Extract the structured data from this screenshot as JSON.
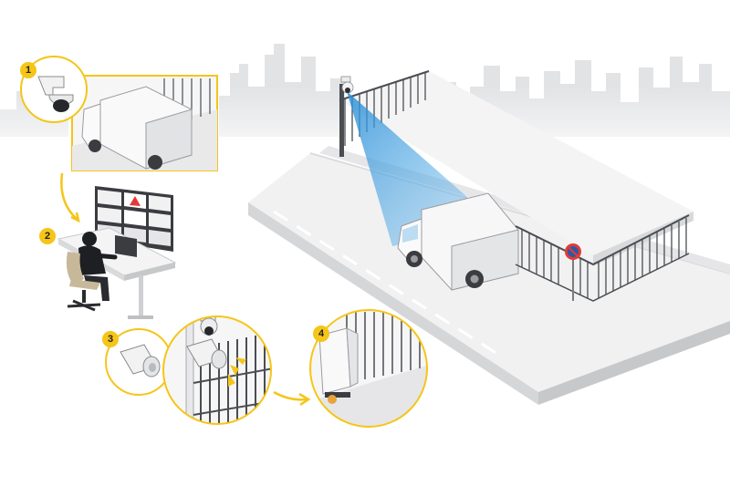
{
  "steps": [
    {
      "number": "1",
      "icon": "ptz-camera-icon"
    },
    {
      "number": "2",
      "icon": "operator-workstation-icon"
    },
    {
      "number": "3",
      "icon": "horn-speaker-icon"
    },
    {
      "number": "4",
      "icon": "truck-at-gate-icon"
    }
  ],
  "colors": {
    "accent": "#f5c518",
    "camera_beam": "#3aa0e0",
    "road": "#e9e9ea",
    "skyline": "#e2e3e5",
    "fence": "#4a4d52",
    "alert": "#e53935"
  }
}
